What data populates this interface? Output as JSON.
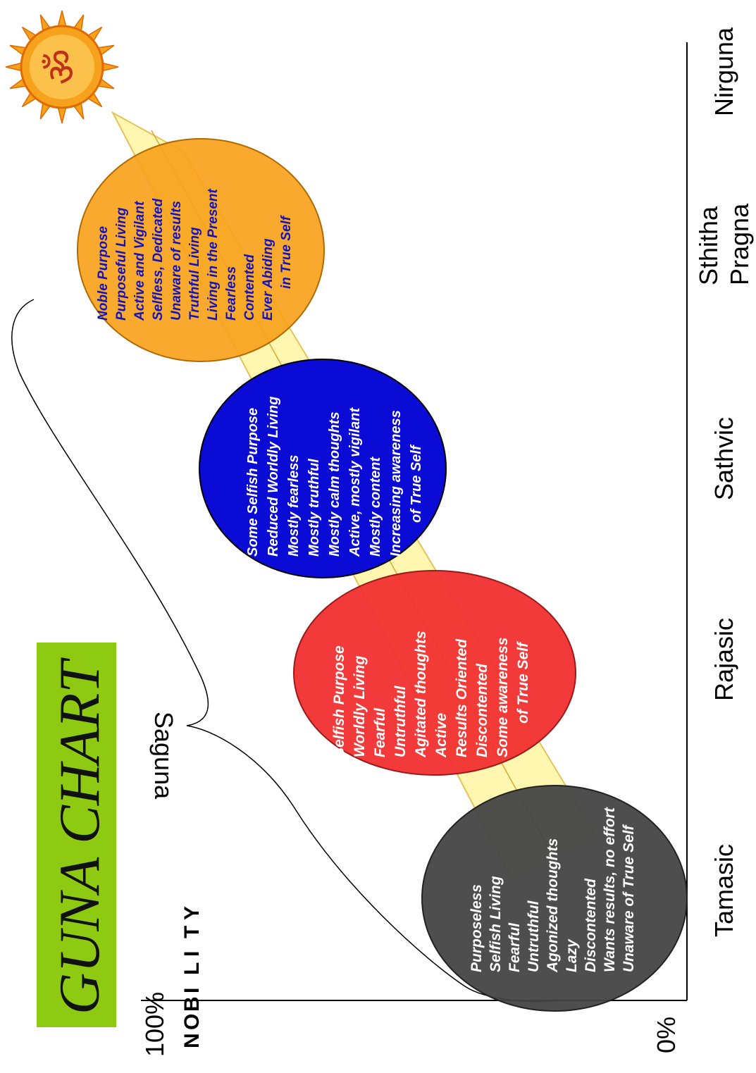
{
  "title": "GUNA CHART",
  "colors": {
    "title_bg": "#8fca13",
    "tamasic": "#444444",
    "rajasic": "#f12f2f",
    "sathvic": "#0b0bd6",
    "sthitha": "#f7a21c",
    "sthitha_text": "#1313b8",
    "path": "#fff6b0",
    "sun": "#f7a21c"
  },
  "axis": {
    "y_label": "NOBILITY",
    "y_max": "100%",
    "y_min": "0%"
  },
  "stages": [
    {
      "name": "Tamasic",
      "traits": [
        "Purposeless",
        "Selfish Living",
        "Fearful",
        "Untruthful",
        "Agonized thoughts",
        "Lazy",
        "Discontented",
        "Wants results, no effort",
        "Unaware of True Self"
      ]
    },
    {
      "name": "Rajasic",
      "traits": [
        "Selfish Purpose",
        "Worldly Living",
        "Fearful",
        "Untruthful",
        "Agitated thoughts",
        "Active",
        "Results Oriented",
        "Discontented",
        "Some awareness",
        "of True Self"
      ]
    },
    {
      "name": "Sathvic",
      "traits": [
        "Some Selfish Purpose",
        "Reduced Worldly Living",
        "Mostly fearless",
        "Mostly truthful",
        "Mostly calm thoughts",
        "Active, mostly vigilant",
        "Mostly content",
        "Increasing awareness",
        "of True Self"
      ]
    },
    {
      "name_lines": [
        "Sthitha",
        "Pragna"
      ],
      "traits": [
        "Noble Purpose",
        "Purposeful Living",
        "Active and Vigilant",
        "Selfless, Dedicated",
        "Unaware of results",
        "Truthful Living",
        "Living in the Present",
        "Fearless",
        "Contented",
        "Ever Abiding",
        "in True Self"
      ]
    },
    {
      "name": "Nirguna"
    }
  ],
  "brace_label": "Saguna",
  "sun_symbol": "ॐ",
  "sun_icon": "om-sun-icon"
}
